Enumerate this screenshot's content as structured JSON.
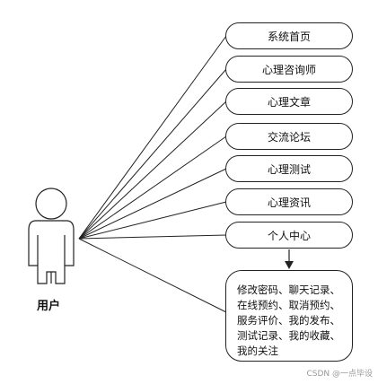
{
  "actor": {
    "label": "用户"
  },
  "use_cases": [
    {
      "label": "系统首页"
    },
    {
      "label": "心理咨询师"
    },
    {
      "label": "心理文章"
    },
    {
      "label": "交流论坛"
    },
    {
      "label": "心理测试"
    },
    {
      "label": "心理资讯"
    },
    {
      "label": "个人中心"
    }
  ],
  "personal_center_detail": {
    "text": "修改密码、聊天记录、在线预约、取消预约、服务评价、我的发布、测试记录、我的收藏、我的关注"
  },
  "watermark": {
    "text": "CSDN @一点毕设"
  },
  "colors": {
    "stroke": "#222222",
    "background": "#ffffff"
  }
}
